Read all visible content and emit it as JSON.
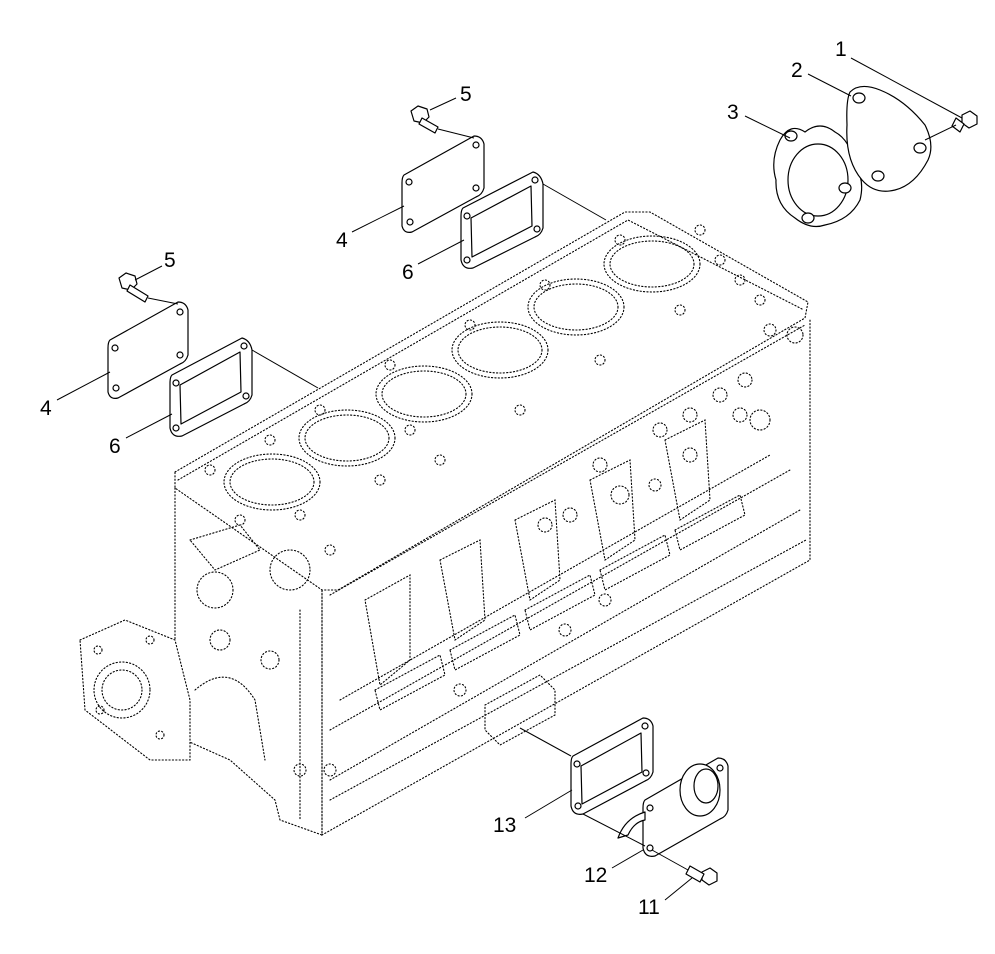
{
  "callouts": [
    {
      "id": "c1",
      "label": "1"
    },
    {
      "id": "c2",
      "label": "2"
    },
    {
      "id": "c3",
      "label": "3"
    },
    {
      "id": "c4a",
      "label": "4"
    },
    {
      "id": "c4b",
      "label": "4"
    },
    {
      "id": "c5a",
      "label": "5"
    },
    {
      "id": "c5b",
      "label": "5"
    },
    {
      "id": "c6a",
      "label": "6"
    },
    {
      "id": "c6b",
      "label": "6"
    },
    {
      "id": "c11",
      "label": "11"
    },
    {
      "id": "c12",
      "label": "12"
    },
    {
      "id": "c13",
      "label": "13"
    }
  ]
}
